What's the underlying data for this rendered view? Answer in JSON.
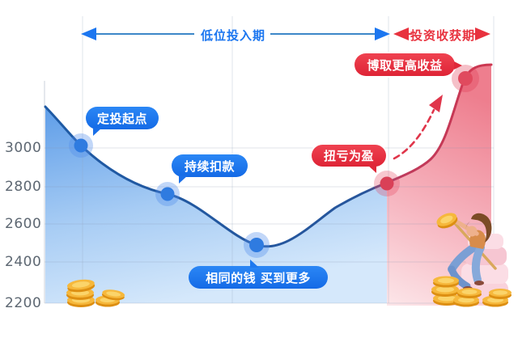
{
  "chart_data": {
    "type": "line",
    "subtype": "smile-curve area chart (fund dollar-cost-averaging infographic)",
    "title": "",
    "y_axis": {
      "ticks": [
        3000,
        2800,
        2600,
        2400,
        2200
      ],
      "range": [
        2200,
        3450
      ]
    },
    "y_tick_labels": [
      "3000",
      "2800",
      "2600",
      "2400",
      "2200"
    ],
    "grid": "light horizontal lines at each y tick, faint vertical lines",
    "phases": [
      {
        "label": "低位投入期",
        "color": "#1b76f0",
        "region_fill": "blue gradient under curve, left ~76% of plot"
      },
      {
        "label": "投资收获期",
        "color": "#e8323e",
        "region_fill": "red/pink gradient under curve, right ~24% of plot"
      }
    ],
    "series": [
      {
        "name": "net-value-smile-curve",
        "style": "smooth curve, navy-blue stroke in accumulation phase turning red in harvest phase",
        "points": [
          {
            "x": 0.0,
            "value": 3210
          },
          {
            "x": 0.8,
            "value": 3010,
            "marker": "blue-dot",
            "annotation": "定投起点"
          },
          {
            "x": 2.7,
            "value": 2760,
            "marker": "blue-dot",
            "annotation": "持续扣款"
          },
          {
            "x": 4.7,
            "value": 2490,
            "marker": "blue-dot",
            "annotation": "相同的钱 买到更多"
          },
          {
            "x": 7.6,
            "value": 2820,
            "marker": "red-dot",
            "annotation": "扭亏为盈"
          },
          {
            "x": 9.4,
            "value": 3360,
            "marker": "red-dot",
            "annotation": "博取更高收益"
          },
          {
            "x": 10.0,
            "value": 3420
          }
        ]
      }
    ],
    "annotations": [
      {
        "id": "start",
        "label": "定投起点",
        "style": "blue-pill"
      },
      {
        "id": "deduct",
        "label": "持续扣款",
        "style": "blue-pill"
      },
      {
        "id": "buy-more",
        "label": "相同的钱 买到更多",
        "style": "blue-pill"
      },
      {
        "id": "turnaround",
        "label": "扭亏为盈",
        "style": "red-pill"
      },
      {
        "id": "higher-return",
        "label": "博取更高收益",
        "style": "red-pill"
      }
    ],
    "decorations": [
      "dashed red rising arrow",
      "gold coin stack bottom-left",
      "woman holding coin sitting on pink money pile with gold coins bottom-right"
    ],
    "legend": "none"
  },
  "colors": {
    "phase_low_blue": "#1b76f0",
    "phase_harvest_red": "#e8323e",
    "curve_blue": "#235a9e",
    "curve_red": "#c9394f",
    "area_blue_top": "#5e9de8",
    "area_blue_bottom": "#d5e8fb",
    "area_red_top": "#ee7e8e",
    "area_red_bottom": "#fce6e9",
    "coin_gold": "#f2ae2e"
  }
}
